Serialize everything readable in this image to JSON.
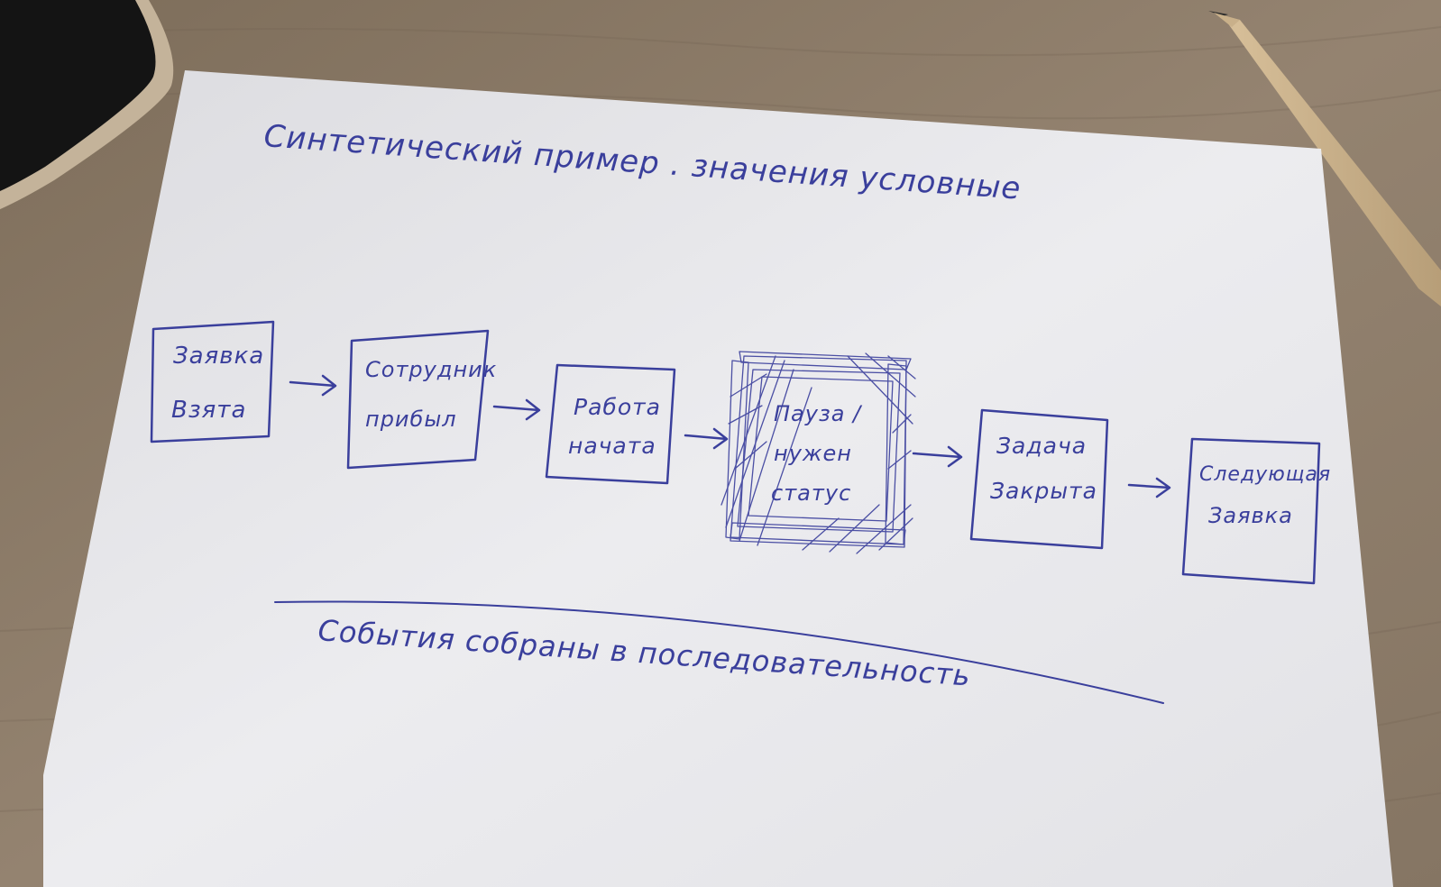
{
  "note": {
    "title": "Синтетический пример . значения условные",
    "caption": "События собраны в последовательность"
  },
  "flow": {
    "steps": [
      {
        "line1": "Заявка",
        "line2": "Взята"
      },
      {
        "line1": "Сотрудник",
        "line2": "прибыл"
      },
      {
        "line1": "Работа",
        "line2": "начата"
      },
      {
        "line1": "Пауза /",
        "line2": "нужен",
        "line3": "статус"
      },
      {
        "line1": "Задача",
        "line2": "Закрыта"
      },
      {
        "line1": "Следующая",
        "line2": "Заявка"
      }
    ]
  },
  "colors": {
    "ink": "#3a3f9c",
    "paper": "#e9e9ec",
    "desk": "#8a7a66"
  }
}
